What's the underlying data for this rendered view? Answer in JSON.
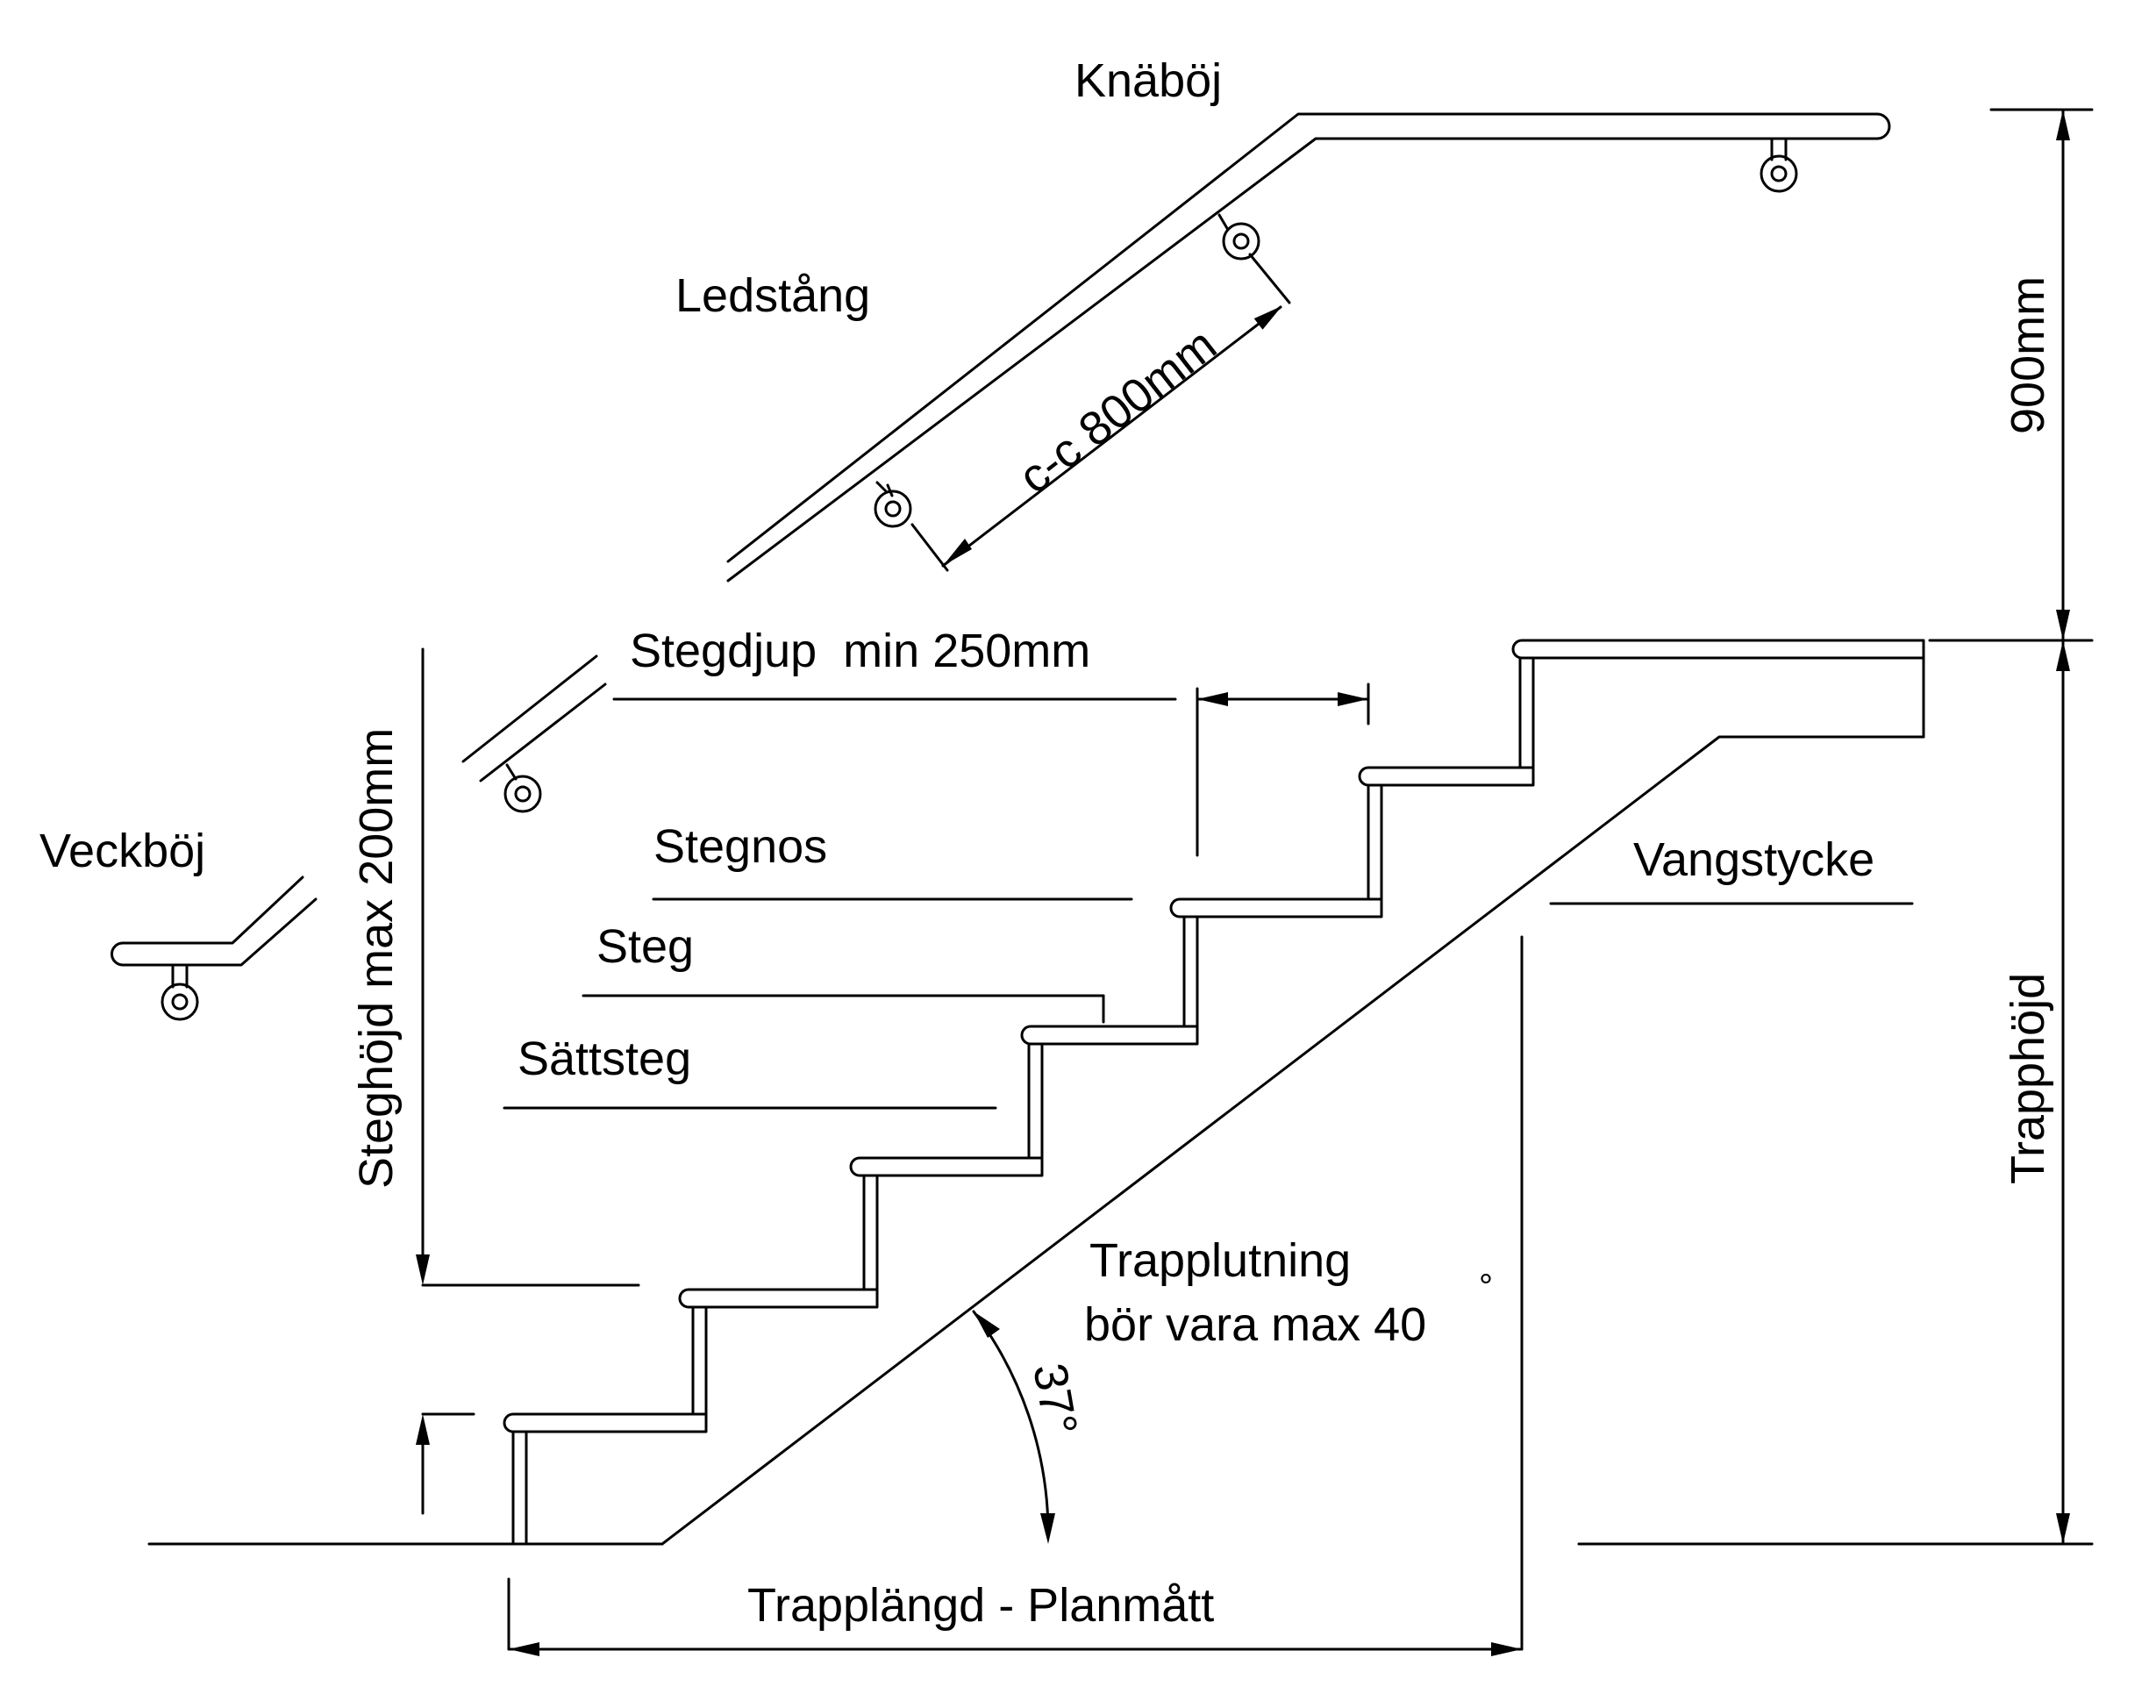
{
  "labels": {
    "knaboj": "Knäböj",
    "ledstang": "Ledstång",
    "cc": "c-c 800mm",
    "height900": "900mm",
    "stegdjup": "Stegdjup  min 250mm",
    "veckboj": "Veckböj",
    "steghojd": "Steghöjd max 200mm",
    "stegnos": "Stegnos",
    "steg": "Steg",
    "sattsteg": "Sättsteg",
    "vangstycke": "Vangstycke",
    "trapphojd": "Trapphöjd",
    "lutning_line1": "Trapplutning",
    "lutning_line2": "bör vara max 40",
    "degree": "°",
    "angle": "37°",
    "langd": "Trapplängd - Planmått"
  },
  "colors": {
    "line": "#000000",
    "background": "#ffffff"
  }
}
